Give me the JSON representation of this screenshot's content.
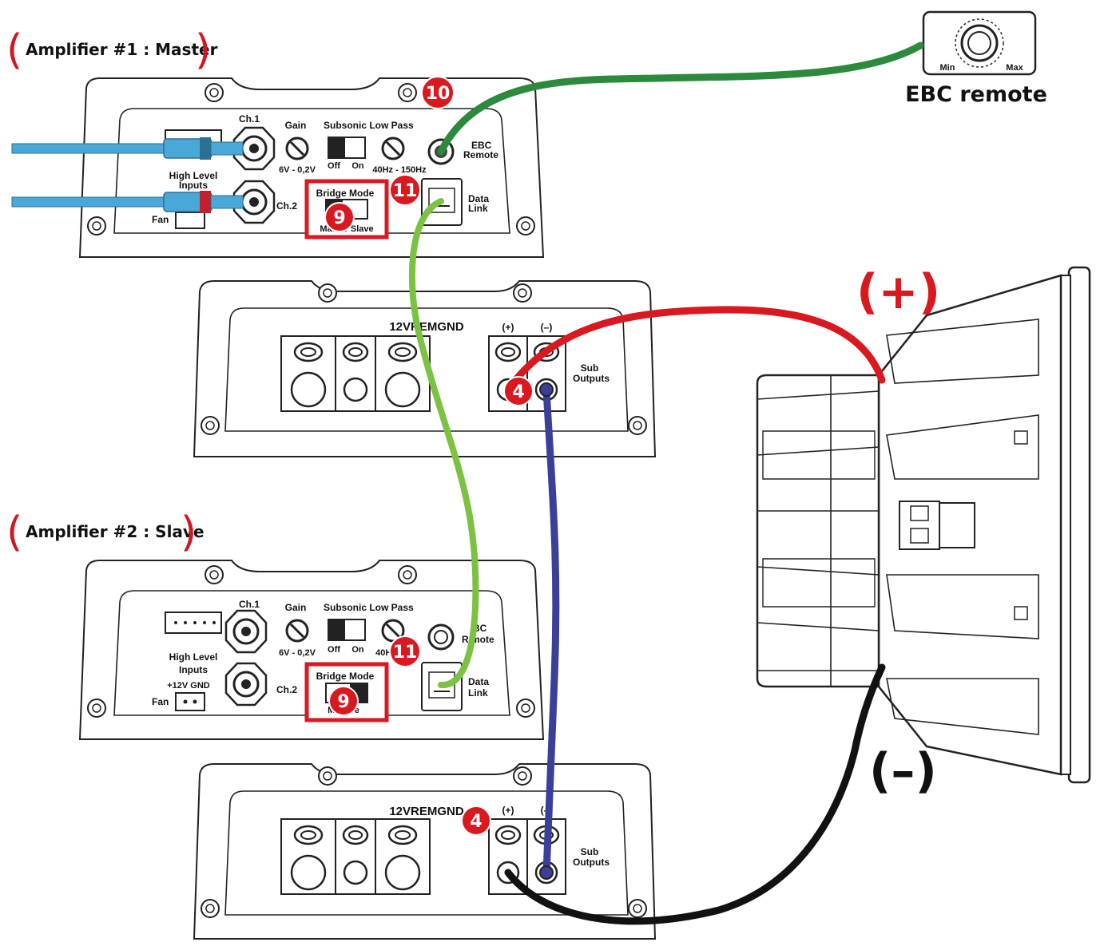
{
  "amp1": {
    "title": "Amplifier #1 : Master",
    "ch1": "Ch.1",
    "ch2": "Ch.2",
    "gain": "Gain",
    "gain_range": "6V - 0,2V",
    "subsonic": "Subsonic",
    "low_pass": "Low Pass",
    "off": "Off",
    "on": "On",
    "lp_range": "40Hz - 150Hz",
    "high_level_1": "High Level",
    "high_level_2": "Inputs",
    "fan": "Fan",
    "bridge_mode": "Bridge Mode",
    "bridge_opts": "Master Slave",
    "ebc_1": "EBC",
    "ebc_2": "Remote",
    "data_1": "Data",
    "data_2": "Link",
    "badge_bridge": "9",
    "badge_ebc": "10",
    "badge_link": "11"
  },
  "amp1_power": {
    "power_label": "12VREMGND",
    "plus": "(+)",
    "minus": "(–)",
    "sub_1": "Sub",
    "sub_2": "Outputs",
    "badge": "4"
  },
  "amp2": {
    "title": "Amplifier #2 : Slave",
    "ch1": "Ch.1",
    "ch2": "Ch.2",
    "gain": "Gain",
    "gain_range": "6V - 0,2V",
    "subsonic": "Subsonic",
    "low_pass": "Low Pass",
    "off": "Off",
    "on": "On",
    "lp_range": "40Hz",
    "high_level_1": "High Level",
    "high_level_2": "Inputs",
    "power_small": "+12V  GND",
    "fan": "Fan",
    "bridge_mode": "Bridge Mode",
    "bridge_opts": "Ma    lave",
    "ebc_1": "BC",
    "ebc_2": "R  mote",
    "data_1": "Data",
    "data_2": "Link",
    "badge_bridge": "9",
    "badge_link": "11"
  },
  "amp2_power": {
    "power_label": "12VREMGND",
    "plus": "(+)",
    "minus": "(–)",
    "sub_1": "Sub",
    "sub_2": "Outputs",
    "badge": "4"
  },
  "remote": {
    "label": "EBC remote",
    "min": "Min",
    "max": "Max"
  },
  "speaker": {
    "plus_label": "(+)",
    "minus_label": "(–)"
  },
  "colors": {
    "badge_red": "#d9181f",
    "wire_ebc": "#2b8a3c",
    "wire_link": "#7cc242",
    "wire_plus": "#d9181f",
    "wire_neg_bridge": "#3b3f9a",
    "wire_minus": "#111111",
    "rca_cable": "#4aa8d8"
  }
}
